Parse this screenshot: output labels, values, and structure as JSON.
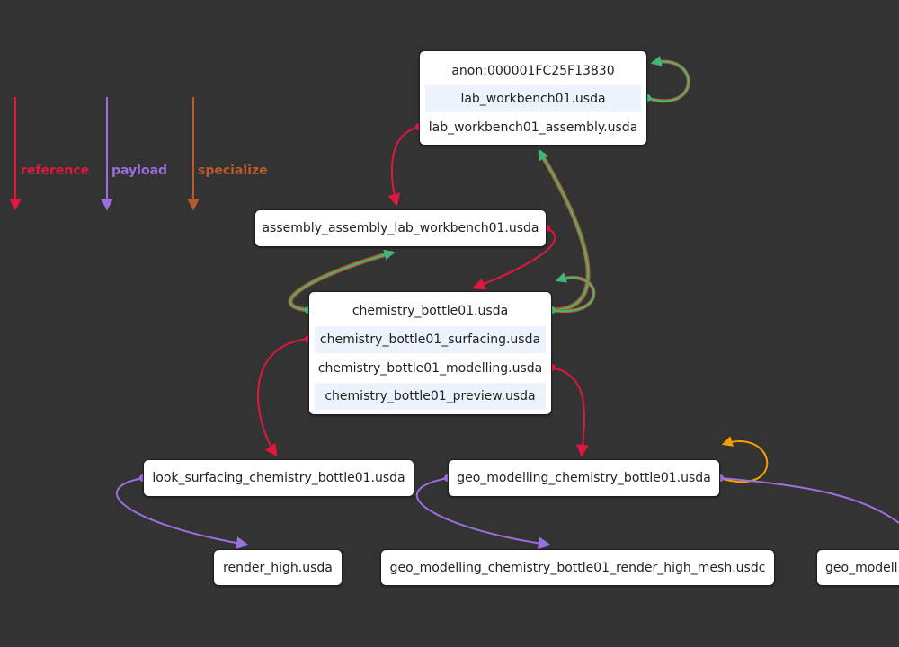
{
  "colors": {
    "background": "#333333",
    "reference": "#e0173f",
    "payload": "#9b6fe0",
    "specialize": "#b75a2c",
    "inherit": "#3cb878",
    "variant": "#f5a000",
    "node_fill": "#ffffff",
    "row_highlight": "#edf3fc"
  },
  "legend": {
    "reference": "reference",
    "payload": "payload",
    "specialize": "specialize"
  },
  "nodes": {
    "anon": {
      "rows": [
        "anon:000001FC25F13830",
        "lab_workbench01.usda",
        "lab_workbench01_assembly.usda"
      ]
    },
    "assembly": {
      "rows": [
        "assembly_assembly_lab_workbench01.usda"
      ]
    },
    "chemistry": {
      "rows": [
        "chemistry_bottle01.usda",
        "chemistry_bottle01_surfacing.usda",
        "chemistry_bottle01_modelling.usda",
        "chemistry_bottle01_preview.usda"
      ]
    },
    "look": {
      "rows": [
        "look_surfacing_chemistry_bottle01.usda"
      ]
    },
    "geo": {
      "rows": [
        "geo_modelling_chemistry_bottle01.usda"
      ]
    },
    "render_high": {
      "rows": [
        "render_high.usda"
      ]
    },
    "geo_mesh": {
      "rows": [
        "geo_modelling_chemistry_bottle01_render_high_mesh.usdc"
      ]
    },
    "geo_partial": {
      "rows": [
        "geo_modell"
      ]
    }
  }
}
